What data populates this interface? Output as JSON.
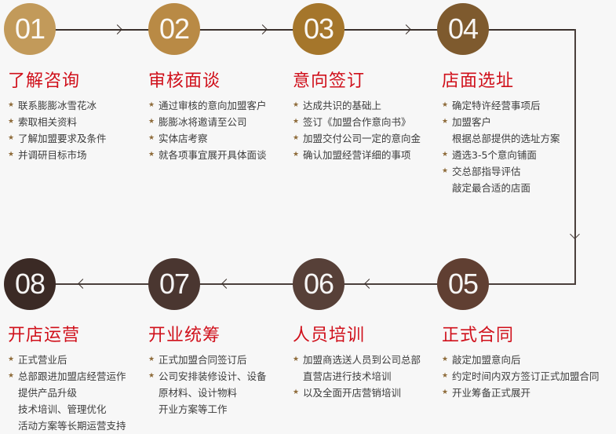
{
  "colors": {
    "title": "#d0101b",
    "bullet": "#8d6a38",
    "text": "#3c3c3c",
    "connector": "#3a302c",
    "background": "#f7f7f7"
  },
  "bullet_icon": "★",
  "steps": [
    {
      "number": "01",
      "color": "#c29a5a",
      "title": "了解咨询",
      "items": [
        {
          "text": "联系膨膨冰雪花冰",
          "bullet": true
        },
        {
          "text": "索取相关资料",
          "bullet": true
        },
        {
          "text": "了解加盟要求及条件",
          "bullet": true
        },
        {
          "text": "并调研目标市场",
          "bullet": true
        }
      ]
    },
    {
      "number": "02",
      "color": "#b98a45",
      "title": "审核面谈",
      "items": [
        {
          "text": "通过审核的意向加盟客户",
          "bullet": true
        },
        {
          "text": "膨膨冰将邀请至公司",
          "bullet": true
        },
        {
          "text": "实体店考察",
          "bullet": true
        },
        {
          "text": "就各项事宜展开具体面谈",
          "bullet": true
        }
      ]
    },
    {
      "number": "03",
      "color": "#a5762b",
      "title": "意向签订",
      "items": [
        {
          "text": "达成共识的基础上",
          "bullet": true
        },
        {
          "text": "签订《加盟合作意向书》",
          "bullet": true
        },
        {
          "text": "加盟交付公司一定的意向金",
          "bullet": true
        },
        {
          "text": "确认加盟经营详细的事项",
          "bullet": true
        }
      ]
    },
    {
      "number": "04",
      "color": "#7e5a2e",
      "title": "店面选址",
      "items": [
        {
          "text": "确定特许经营事项后",
          "bullet": true
        },
        {
          "text": "加盟客户",
          "bullet": true
        },
        {
          "text": "根据总部提供的选址方案",
          "bullet": false
        },
        {
          "text": "遴选3-5个意向铺面",
          "bullet": true
        },
        {
          "text": "交总部指导评估",
          "bullet": true
        },
        {
          "text": "敲定最合适的店面",
          "bullet": false
        }
      ]
    },
    {
      "number": "05",
      "color": "#603f32",
      "title": "正式合同",
      "items": [
        {
          "text": "敲定加盟意向后",
          "bullet": true
        },
        {
          "text": "约定时间内双方签订正式加盟合同",
          "bullet": true
        },
        {
          "text": "开业筹备正式展开",
          "bullet": true
        }
      ]
    },
    {
      "number": "06",
      "color": "#574038",
      "title": "人员培训",
      "items": [
        {
          "text": "加盟商选送人员到公司总部",
          "bullet": true
        },
        {
          "text": "直营店进行技术培训",
          "bullet": false
        },
        {
          "text": "以及全面开店营销培训",
          "bullet": true
        }
      ]
    },
    {
      "number": "07",
      "color": "#4a3630",
      "title": "开业统筹",
      "items": [
        {
          "text": "正式加盟合同签订后",
          "bullet": true
        },
        {
          "text": "公司安排装修设计、设备",
          "bullet": true
        },
        {
          "text": "原材料、设计物料",
          "bullet": false
        },
        {
          "text": "开业方案等工作",
          "bullet": false
        }
      ]
    },
    {
      "number": "08",
      "color": "#3b2a25",
      "title": "开店运营",
      "items": [
        {
          "text": "正式营业后",
          "bullet": true
        },
        {
          "text": "总部跟进加盟店经营运作",
          "bullet": true
        },
        {
          "text": "提供产品升级",
          "bullet": false
        },
        {
          "text": "技术培训、管理优化",
          "bullet": false
        },
        {
          "text": "活动方案等长期运营支持",
          "bullet": false
        }
      ]
    }
  ]
}
